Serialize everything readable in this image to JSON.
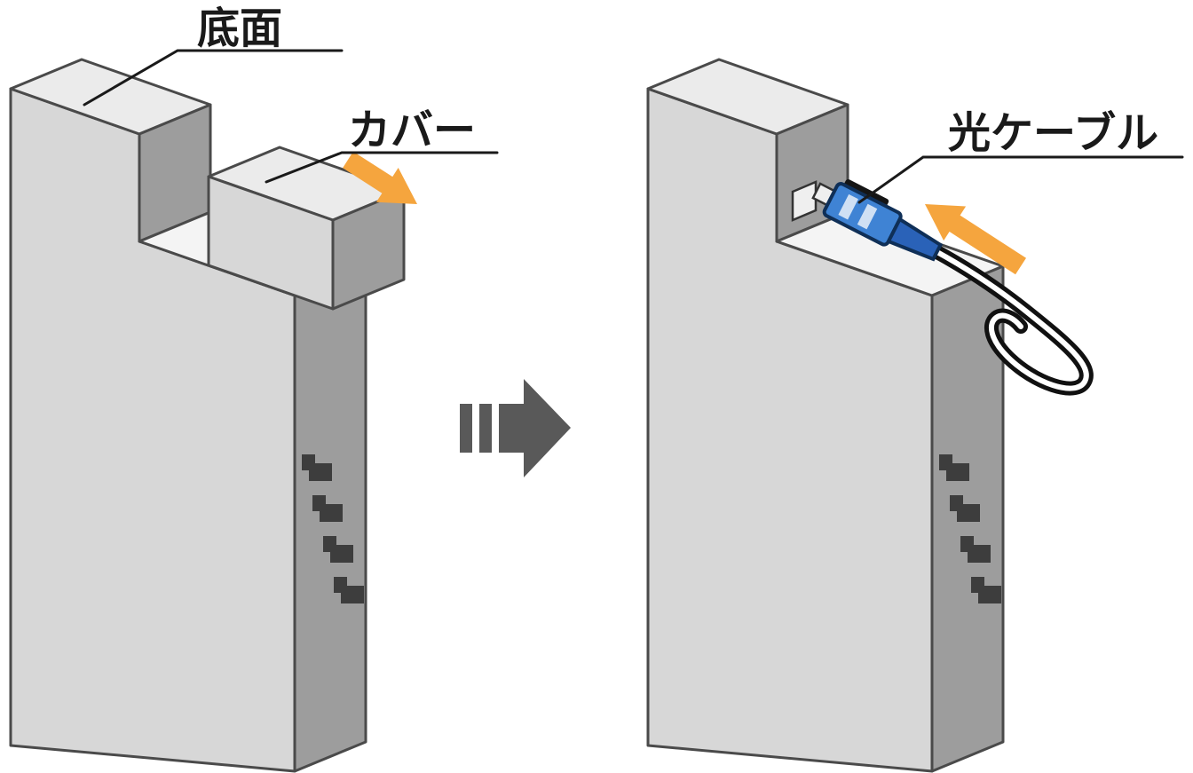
{
  "figure": {
    "labels": {
      "bottom_face": "底面",
      "cover": "カバー",
      "optical_cable": "光ケーブル"
    },
    "arrows": {
      "cover_slide_direction": "down-right",
      "next_step_direction": "right",
      "cable_insert_direction": "up-left"
    },
    "colors": {
      "background": "#ffffff",
      "device_front": "#d7d7d7",
      "device_top": "#ebebeb",
      "device_side": "#9d9d9d",
      "recess_floor": "#f4f4f4",
      "outline": "#4a4a4a",
      "port_dark": "#3d3d3d",
      "accent_arrow": "#f5a53e",
      "transition_arrow": "#595959",
      "connector_body": "#3f83d4",
      "connector_boot": "#2a62b8",
      "connector_tab": "#cfe0f4",
      "connector_outline": "#0f2f57",
      "plug_white": "#efefef",
      "cable_outline": "#111111",
      "cable_core": "#ffffff",
      "label_text": "#1a1a1a"
    }
  }
}
